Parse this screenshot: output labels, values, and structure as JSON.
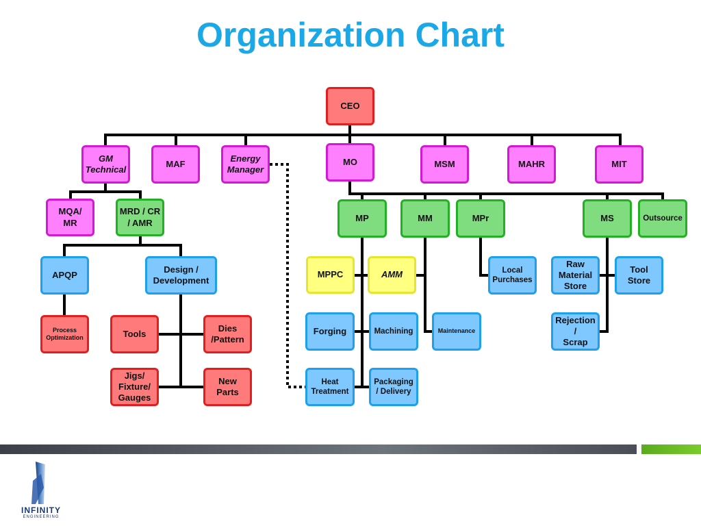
{
  "title": "Organization Chart",
  "nodes": {
    "ceo": "CEO",
    "gm_technical": "GM\nTechnical",
    "maf": "MAF",
    "energy_manager": "Energy\nManager",
    "mo": "MO",
    "msm": "MSM",
    "mahr": "MAHR",
    "mit": "MIT",
    "mqa_mr": "MQA/\nMR",
    "mrd_cr_amr": "MRD / CR\n/ AMR",
    "apqp": "APQP",
    "design_development": "Design /\nDevelopment",
    "process_optimization": "Process\nOptimization",
    "tools": "Tools",
    "dies_pattern": "Dies\n/Pattern",
    "jigs_fixture_gauges": "Jigs/\nFixture/\nGauges",
    "new_parts": "New\nParts",
    "mp": "MP",
    "mm": "MM",
    "mpr": "MPr",
    "ms": "MS",
    "outsource": "Outsource",
    "mppc": "MPPC",
    "amm": "AMM",
    "local_purchases": "Local\nPurchases",
    "raw_material_store": "Raw\nMaterial\nStore",
    "tool_store": "Tool\nStore",
    "rejection_scrap": "Rejection\n/\nScrap",
    "forging": "Forging",
    "machining": "Machining",
    "maintenance": "Maintenance",
    "heat_treatment": "Heat\nTreatment",
    "packaging_delivery": "Packaging\n/ Delivery"
  },
  "colors": {
    "title": "#1aa8e6",
    "red": "#ff7a7a",
    "pink": "#ff80ff",
    "green": "#7fdc7f",
    "blue": "#7fc8ff",
    "yellow": "#ffff80",
    "footer_green": "#6cbb24"
  },
  "logo": {
    "name": "INFINITY",
    "sub": "ENGINEERING"
  }
}
